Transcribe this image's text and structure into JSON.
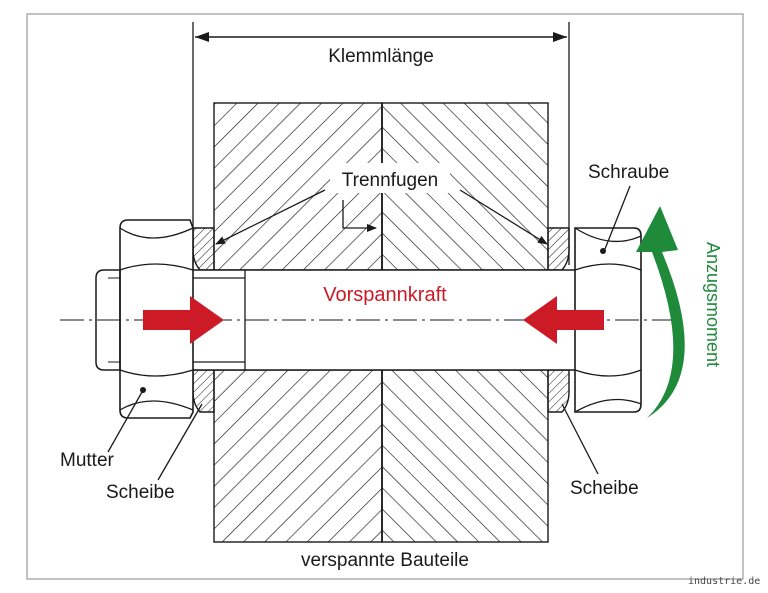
{
  "labels": {
    "klemmlaenge": "Klemmlänge",
    "trennfugen": "Trennfugen",
    "schraube": "Schraube",
    "anzugsmoment": "Anzugsmoment",
    "vorspannkraft": "Vorspannkraft",
    "mutter": "Mutter",
    "scheibe_left": "Scheibe",
    "scheibe_right": "Scheibe",
    "bauteile": "verspannte Bauteile"
  },
  "credit": "industrie.de",
  "colors": {
    "force_arrow": "#cc1a26",
    "torque_arrow": "#1f8a3a",
    "line": "#1a1a1a",
    "frame": "#9a9a9a"
  }
}
